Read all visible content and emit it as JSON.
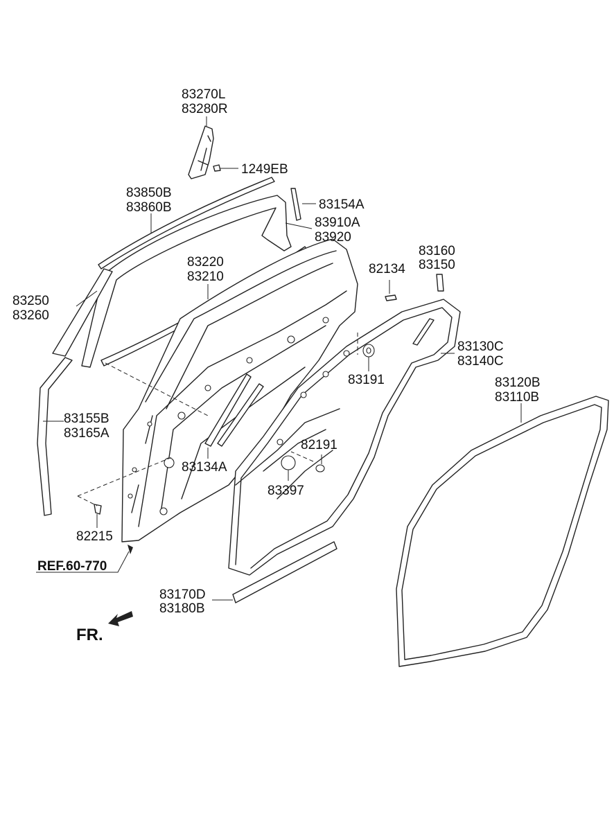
{
  "labels": {
    "l83270L": "83270L",
    "l83280R": "83280R",
    "l1249EB": "1249EB",
    "l83850B": "83850B",
    "l83860B": "83860B",
    "l83154A": "83154A",
    "l83910A": "83910A",
    "l83920": "83920",
    "l83220": "83220",
    "l83210": "83210",
    "l82134": "82134",
    "l83160": "83160",
    "l83150": "83150",
    "l83250": "83250",
    "l83260": "83260",
    "l83130C": "83130C",
    "l83140C": "83140C",
    "l83191": "83191",
    "l83120B": "83120B",
    "l83110B": "83110B",
    "l83155B": "83155B",
    "l83165A": "83165A",
    "l82191": "82191",
    "l83134A": "83134A",
    "l83397": "83397",
    "l82215": "82215",
    "ref": "REF.60-770",
    "l83170D": "83170D",
    "l83180B": "83180B",
    "fr": "FR."
  }
}
